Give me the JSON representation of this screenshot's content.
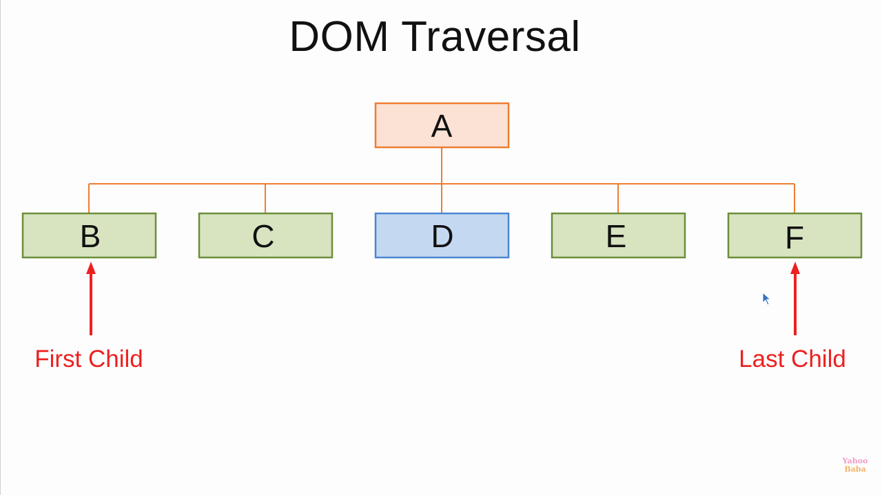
{
  "slide": {
    "title": "DOM Traversal"
  },
  "diagram": {
    "root": {
      "label": "A",
      "fill": "#fbe2d5",
      "stroke": "#ed7d31"
    },
    "children": [
      {
        "label": "B",
        "fill": "#d8e3c0",
        "stroke": "#6b8e3a"
      },
      {
        "label": "C",
        "fill": "#d8e3c0",
        "stroke": "#6b8e3a"
      },
      {
        "label": "D",
        "fill": "#c5d8f1",
        "stroke": "#4a86d4"
      },
      {
        "label": "E",
        "fill": "#d8e3c0",
        "stroke": "#6b8e3a"
      },
      {
        "label": "F",
        "fill": "#d8e3c0",
        "stroke": "#6b8e3a"
      }
    ],
    "connector_color": "#ed7d31",
    "annotations": [
      {
        "target": "B",
        "label": "First Child",
        "color": "#ee1f1f"
      },
      {
        "target": "F",
        "label": "Last Child",
        "color": "#ee1f1f"
      }
    ]
  },
  "watermark": {
    "line1": "Yahoo",
    "line2": "Baba"
  },
  "icons": {
    "cursor": "mouse-pointer-icon"
  }
}
